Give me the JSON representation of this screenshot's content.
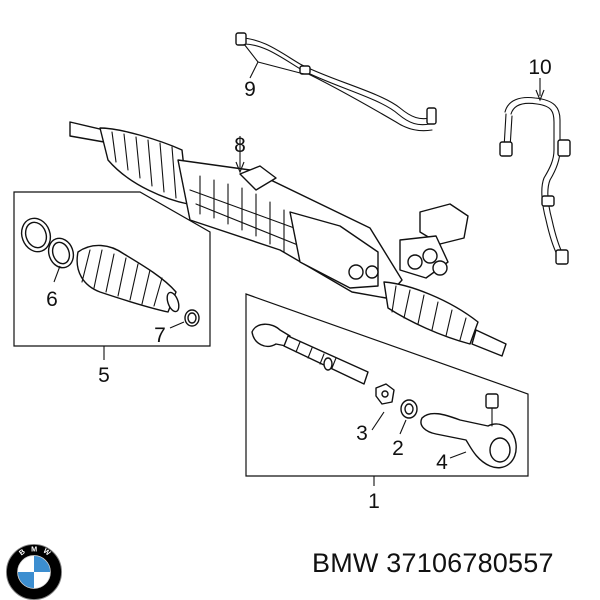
{
  "callouts": {
    "c1": "1",
    "c2": "2",
    "c3": "3",
    "c4": "4",
    "c5": "5",
    "c6": "6",
    "c7": "7",
    "c8": "8",
    "c9": "9",
    "c10": "10"
  },
  "caption": {
    "brand": "BMW",
    "part_number": "37106780557"
  },
  "logo": {
    "letters": "BMW",
    "colors": {
      "ring": "#000000",
      "blue": "#3c8ed0",
      "white": "#ffffff"
    }
  }
}
